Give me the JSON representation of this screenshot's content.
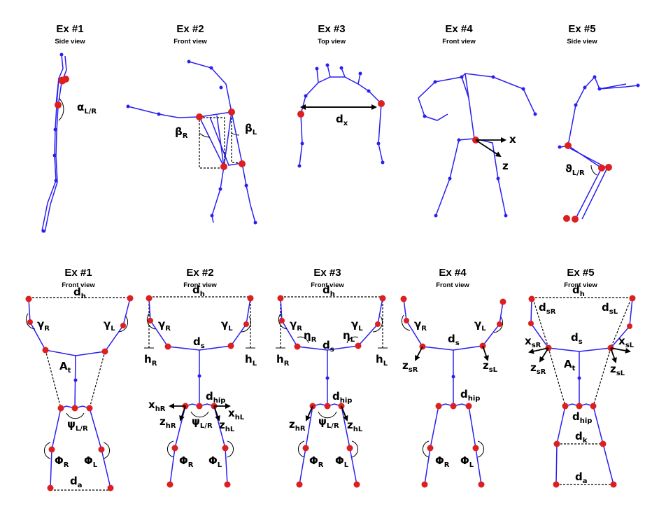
{
  "panels_top": [
    {
      "title": "Ex #1",
      "view": "Side view"
    },
    {
      "title": "Ex #2",
      "view": "Front view"
    },
    {
      "title": "Ex #3",
      "view": "Top view"
    },
    {
      "title": "Ex #4",
      "view": "Front view"
    },
    {
      "title": "Ex #5",
      "view": "Side view"
    }
  ],
  "panels_bottom": [
    {
      "title": "Ex #1",
      "view": "Front view"
    },
    {
      "title": "Ex #2",
      "view": "Front view"
    },
    {
      "title": "Ex #3",
      "view": "Front view"
    },
    {
      "title": "Ex #4",
      "view": "Front view"
    },
    {
      "title": "Ex #5",
      "view": "Front view"
    }
  ],
  "labels": {
    "alpha": {
      "base": "α",
      "sub": "L/R"
    },
    "beta_r": {
      "base": "β",
      "sub": "R"
    },
    "beta_l": {
      "base": "β",
      "sub": "L"
    },
    "dx": {
      "base": "d",
      "sub": "x"
    },
    "axis_x": "x",
    "axis_z": "z",
    "theta": {
      "base": "ϑ",
      "sub": "L/R"
    },
    "dh": {
      "base": "d",
      "sub": "h"
    },
    "gamma_r": {
      "base": "γ",
      "sub": "R"
    },
    "gamma_l": {
      "base": "γ",
      "sub": "L"
    },
    "at": {
      "base": "A",
      "sub": "t"
    },
    "psi": {
      "base": "ψ",
      "sub": "L/R"
    },
    "phi_r": {
      "base": "Φ",
      "sub": "R"
    },
    "phi_l": {
      "base": "Φ",
      "sub": "L"
    },
    "da": {
      "base": "d",
      "sub": "a"
    },
    "ds": {
      "base": "d",
      "sub": "s"
    },
    "hr": {
      "base": "h",
      "sub": "R"
    },
    "hl": {
      "base": "h",
      "sub": "L"
    },
    "dhip": {
      "base": "d",
      "sub": "hip"
    },
    "xhr": {
      "base": "x",
      "sub": "hR"
    },
    "xhl": {
      "base": "x",
      "sub": "hL"
    },
    "zhr": {
      "base": "z",
      "sub": "hR"
    },
    "zhl": {
      "base": "z",
      "sub": "hL"
    },
    "eta_r": {
      "base": "η",
      "sub": "R"
    },
    "eta_l": {
      "base": "η",
      "sub": "L"
    },
    "zsr": {
      "base": "z",
      "sub": "sR"
    },
    "zsl": {
      "base": "z",
      "sub": "sL"
    },
    "dsr": {
      "base": "d",
      "sub": "sR"
    },
    "dsl": {
      "base": "d",
      "sub": "sL"
    },
    "xsr": {
      "base": "x",
      "sub": "sR"
    },
    "xsl": {
      "base": "x",
      "sub": "sL"
    },
    "dk": {
      "base": "d",
      "sub": "k"
    }
  },
  "colors": {
    "bone": "#2a1ff0",
    "joint": "#dd1f1f",
    "annotation": "#000000"
  }
}
